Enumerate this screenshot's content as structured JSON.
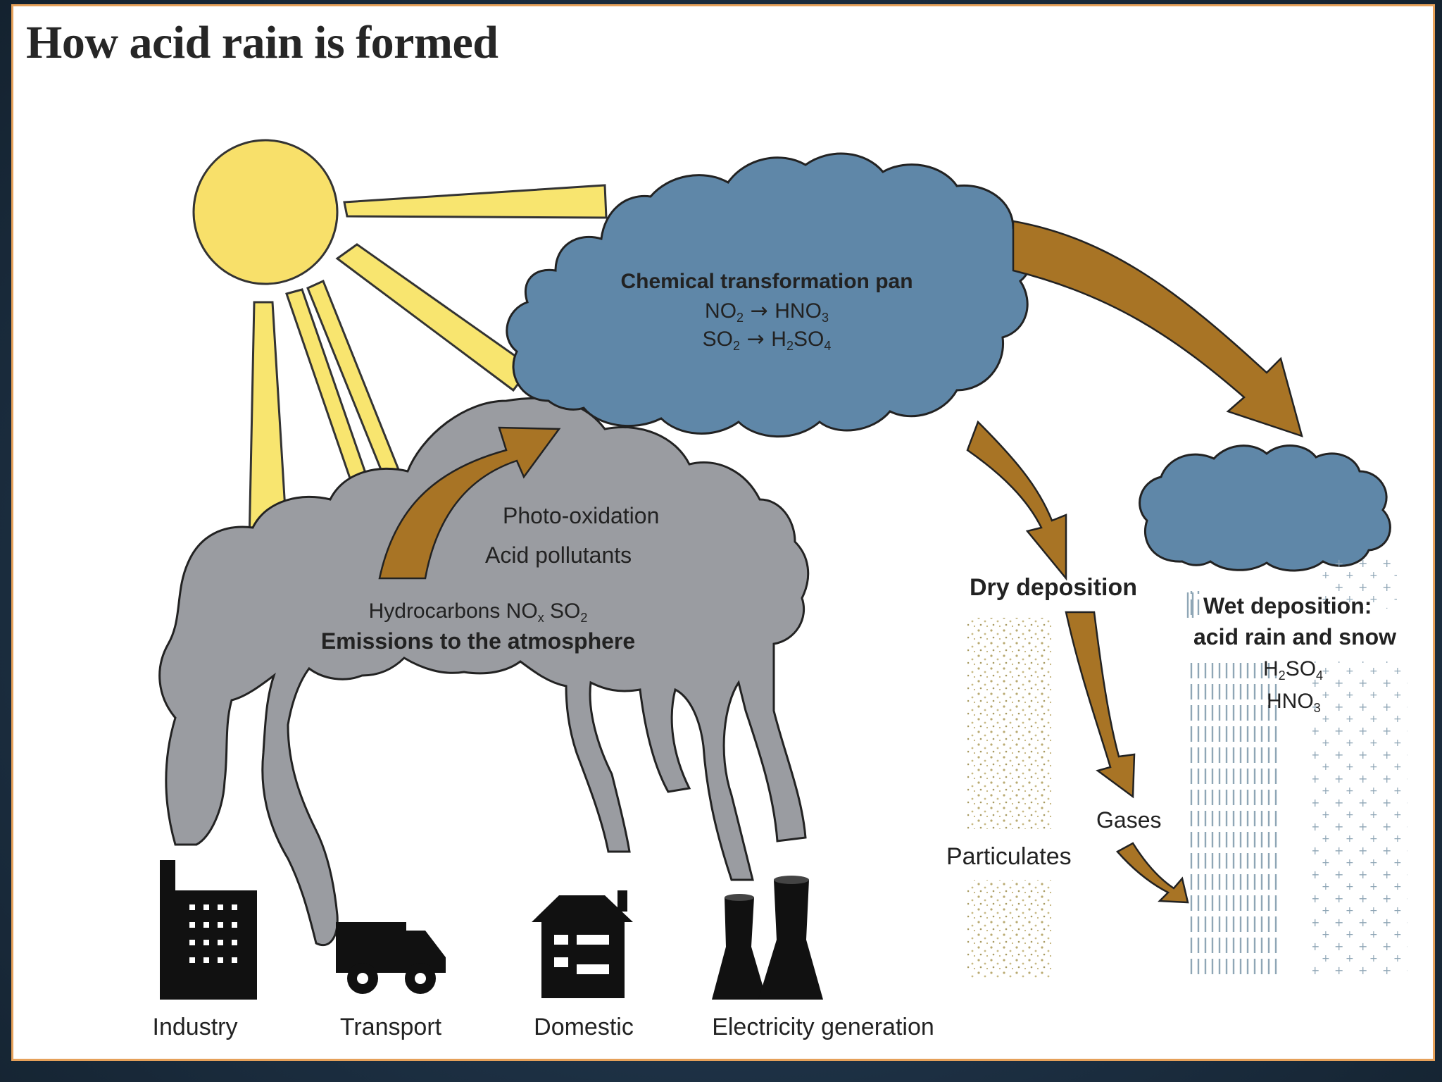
{
  "title": "How acid rain is formed",
  "labels": {
    "cloud_title": "Chemical transformation pan",
    "reaction_no2_from": "NO",
    "reaction_no2_from_sub": "2",
    "reaction_no2_to": "HNO",
    "reaction_no2_to_sub": "3",
    "reaction_so2_from": "SO",
    "reaction_so2_from_sub": "2",
    "reaction_so2_to": "H",
    "reaction_so2_to_sub": "2",
    "reaction_so2_to_rest": "SO",
    "reaction_so2_to_rest_sub": "4",
    "photo_oxidation": "Photo-oxidation",
    "acid_pollutants": "Acid pollutants",
    "hydrocarbons": "Hydrocarbons NO",
    "hydrocarbons_sub_x": "x",
    "hydrocarbons_so": " SO",
    "hydrocarbons_sub_2": "2",
    "emissions": "Emissions to the atmosphere",
    "dry_deposition": "Dry deposition",
    "wet_deposition_line1": "Wet deposition:",
    "wet_deposition_line2": "acid rain and snow",
    "wet_h2so4": "H",
    "wet_h2so4_sub1": "2",
    "wet_h2so4_rest": "SO",
    "wet_h2so4_sub2": "4",
    "wet_hno3": "HNO",
    "wet_hno3_sub": "3",
    "particulates": "Particulates",
    "gases": "Gases",
    "industry": "Industry",
    "transport": "Transport",
    "domestic": "Domestic",
    "electricity_generation": "Electricity generation"
  },
  "colors": {
    "sun": "#f8e06a",
    "sun_ray": "#f8e56f",
    "upper_cloud": "#5f87a8",
    "emission_cloud": "#9a9ca1",
    "arrow": "#a87425",
    "icon": "#111111",
    "slide_border": "#e6a15a"
  }
}
